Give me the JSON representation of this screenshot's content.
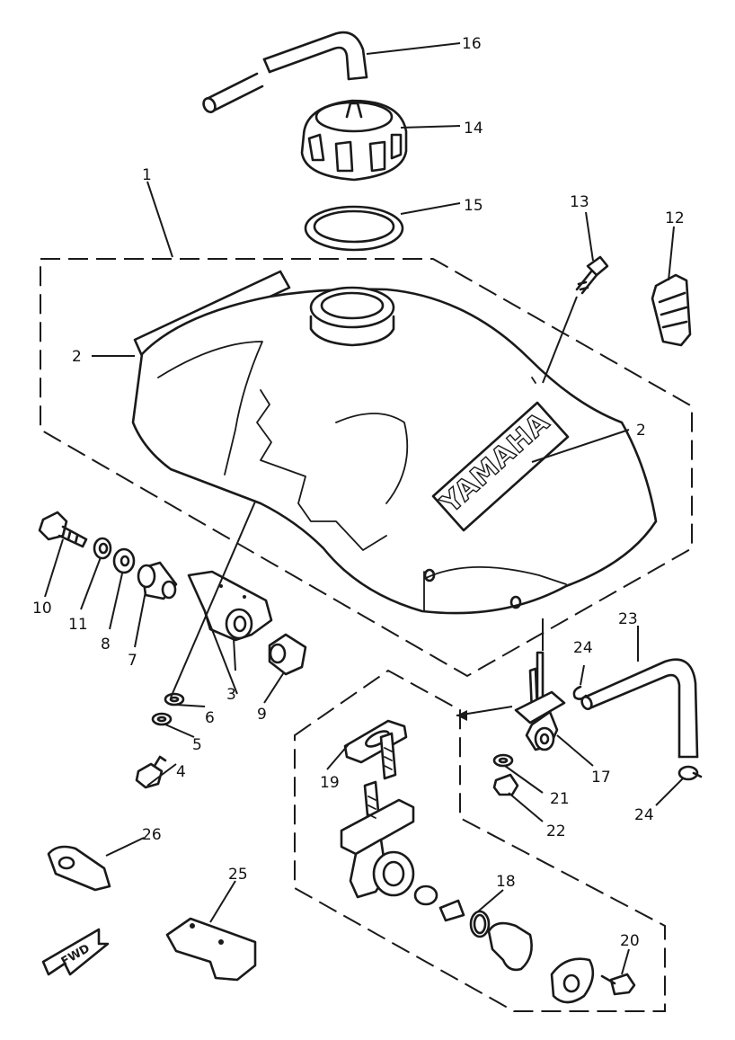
{
  "brand_text": "YAMAHA",
  "direction_label": "FWD",
  "callouts": {
    "c1": "1",
    "c2a": "2",
    "c2b": "2",
    "c3": "3",
    "c4": "4",
    "c5": "5",
    "c6": "6",
    "c7": "7",
    "c8": "8",
    "c9": "9",
    "c10": "10",
    "c11": "11",
    "c12": "12",
    "c13": "13",
    "c14": "14",
    "c15": "15",
    "c16": "16",
    "c17": "17",
    "c18": "18",
    "c19": "19",
    "c20": "20",
    "c21": "21",
    "c22": "22",
    "c23": "23",
    "c24a": "24",
    "c24b": "24",
    "c25": "25",
    "c26": "26"
  }
}
